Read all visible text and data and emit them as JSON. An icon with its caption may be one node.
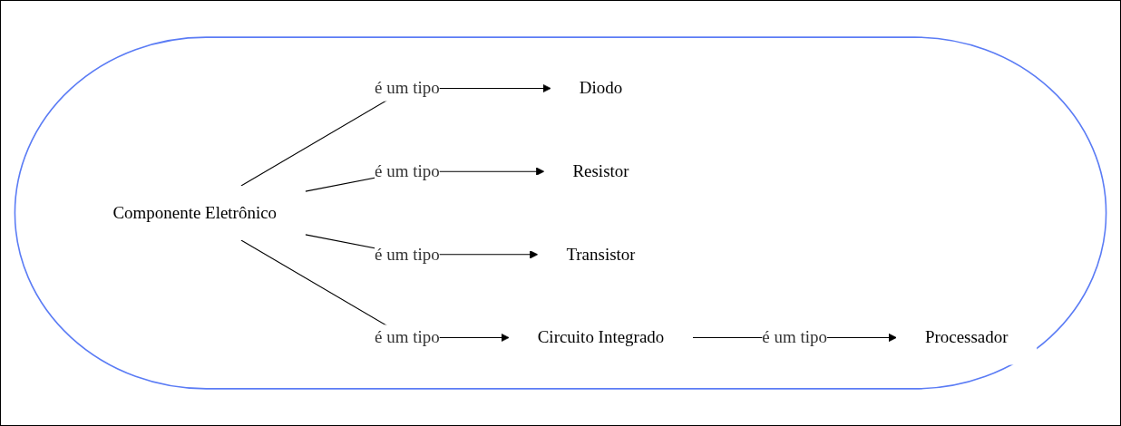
{
  "diagram": {
    "nodes": [
      {
        "text": [],
        "shape": "ellipse"
      },
      {
        "text": [
          "Componente Eletrônico"
        ],
        "in": 0
      },
      {
        "text": [
          "Diodo"
        ],
        "in": 0
      },
      {
        "text": [
          "Resistor"
        ],
        "in": 0
      },
      {
        "text": [
          "Transistor"
        ],
        "in": 0
      },
      {
        "text": [
          "Circuito Integrado"
        ],
        "in": 0
      },
      {
        "text": [
          "Processador"
        ],
        "in": 0
      }
    ],
    "edges": [
      {
        "from": 1,
        "to": 2,
        "arrow": "to",
        "label": "é um tipo"
      },
      {
        "from": 1,
        "to": 3,
        "arrow": "to",
        "label": "é um tipo"
      },
      {
        "from": 1,
        "to": 4,
        "arrow": "to",
        "label": "é um tipo"
      },
      {
        "from": 1,
        "to": 5,
        "arrow": "to",
        "label": "é um tipo"
      },
      {
        "from": 5,
        "to": 6,
        "arrow": "to",
        "label": "é um tipo"
      }
    ]
  }
}
